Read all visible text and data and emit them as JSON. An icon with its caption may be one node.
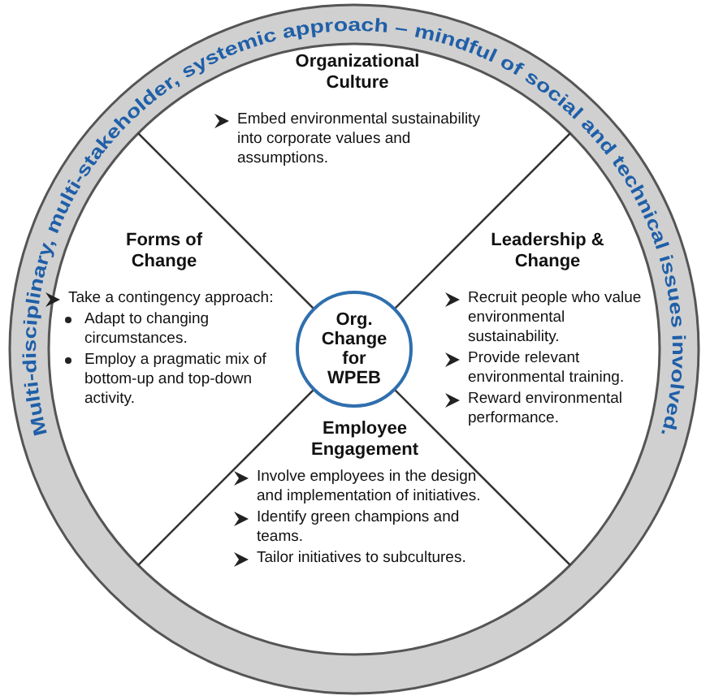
{
  "diagram": {
    "nodes": [
      {
        "text": [
          "Organizational Culture",
          "Embed environmental sustainability into corporate values and assumptions."
        ]
      },
      {
        "text": [
          "Forms of Change",
          "Take a contingency approach:",
          "Adapt to changing circumstances.",
          "Employ a pragmatic mix of bottom-up and top-down activity."
        ]
      },
      {
        "text": [
          "Org. Change for WPEB"
        ]
      },
      {
        "text": [
          "Leadership & Change",
          "Recruit people who value environmental sustainability.",
          "Provide relevant environmental training.",
          "Reward environmental performance."
        ]
      },
      {
        "text": [
          "Employee Engagement",
          "Involve employees in the design and implementation of initiatives.",
          "Identify green champions and teams.",
          "Tailor initiatives to subcultures."
        ]
      }
    ],
    "edges": [],
    "labels": [
      "Multi-disciplinary, multi-stakeholder, systemic approach – mindful of social and technical issues involved."
    ]
  }
}
